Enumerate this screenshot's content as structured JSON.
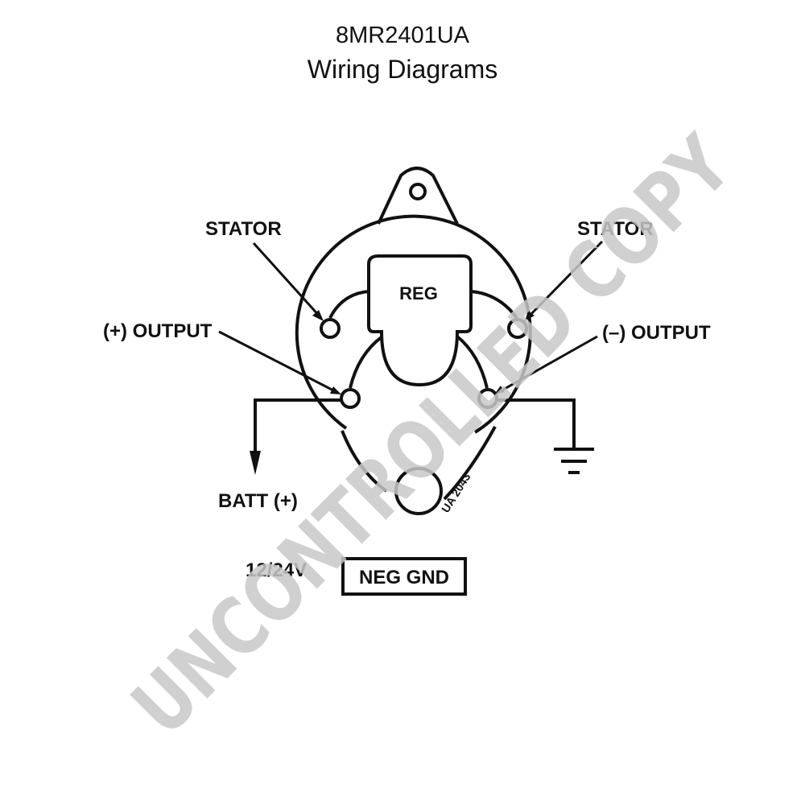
{
  "header": {
    "part_number": "8MR2401UA",
    "subtitle": "Wiring Diagrams"
  },
  "diagram": {
    "regulator_label": "REG",
    "stator_left_label": "STATOR",
    "stator_right_label": "STATOR",
    "pos_output_label": "(+) OUTPUT",
    "neg_output_label": "(–) OUTPUT",
    "battery_label": "BATT (+)",
    "voltage_label": "12/24V",
    "ground_label": "NEG GND",
    "drawing_code": "UA 2043"
  },
  "watermark": {
    "text": "UNCONTROLLED COPY",
    "color": "#c8c8c8"
  },
  "colors": {
    "line": "#111111",
    "background": "#ffffff"
  }
}
